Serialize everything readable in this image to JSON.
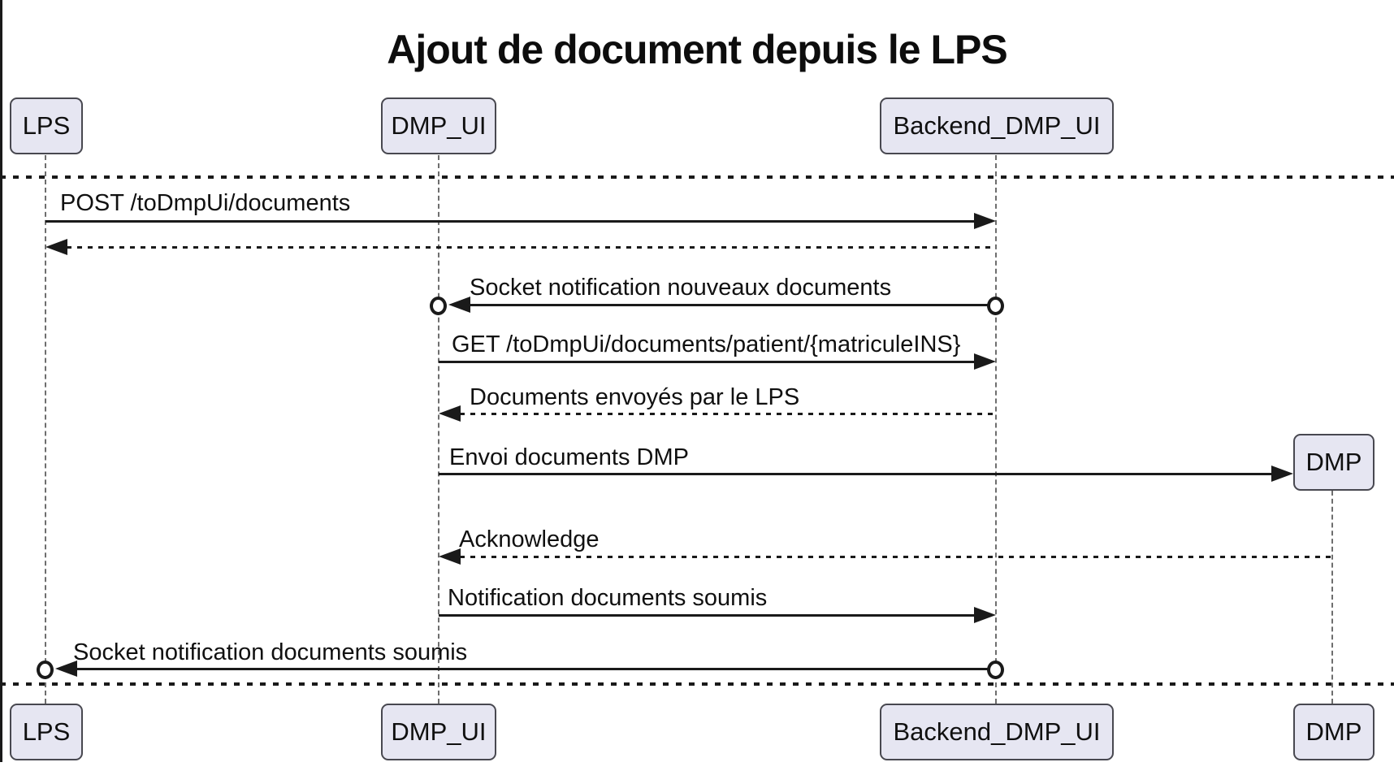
{
  "title": "Ajout de document depuis le LPS",
  "diagram_type": "sequence",
  "actors": {
    "lps": {
      "label": "LPS"
    },
    "dmp_ui": {
      "label": "DMP_UI"
    },
    "backend": {
      "label": "Backend_DMP_UI"
    },
    "dmp": {
      "label": "DMP"
    }
  },
  "messages": [
    {
      "label": "POST /toDmpUi/documents",
      "from": "LPS",
      "to": "Backend_DMP_UI",
      "line": "solid",
      "endpoints": "arrow"
    },
    {
      "label": "",
      "from": "Backend_DMP_UI",
      "to": "LPS",
      "line": "dotted",
      "endpoints": "arrow"
    },
    {
      "label": "Socket notification nouveaux documents",
      "from": "Backend_DMP_UI",
      "to": "DMP_UI",
      "line": "solid",
      "endpoints": "circle-arrow"
    },
    {
      "label": "GET /toDmpUi/documents/patient/{matriculeINS}",
      "from": "DMP_UI",
      "to": "Backend_DMP_UI",
      "line": "solid",
      "endpoints": "arrow"
    },
    {
      "label": "Documents envoyés par le LPS",
      "from": "Backend_DMP_UI",
      "to": "DMP_UI",
      "line": "dotted",
      "endpoints": "arrow"
    },
    {
      "label": "Envoi documents DMP",
      "from": "DMP_UI",
      "to": "DMP",
      "line": "solid",
      "endpoints": "arrow"
    },
    {
      "label": "Acknowledge",
      "from": "DMP",
      "to": "DMP_UI",
      "line": "dotted",
      "endpoints": "arrow"
    },
    {
      "label": "Notification documents soumis",
      "from": "DMP_UI",
      "to": "Backend_DMP_UI",
      "line": "solid",
      "endpoints": "arrow"
    },
    {
      "label": "Socket notification documents soumis",
      "from": "Backend_DMP_UI",
      "to": "LPS",
      "line": "solid",
      "endpoints": "circle-arrow"
    }
  ],
  "colors": {
    "background": "#FFFFFF",
    "actor_fill": "#E6E6F2",
    "actor_border": "#484850",
    "message_line": "#1A1A1A",
    "lifeline": "#6E6E6E",
    "text": "#101010"
  }
}
